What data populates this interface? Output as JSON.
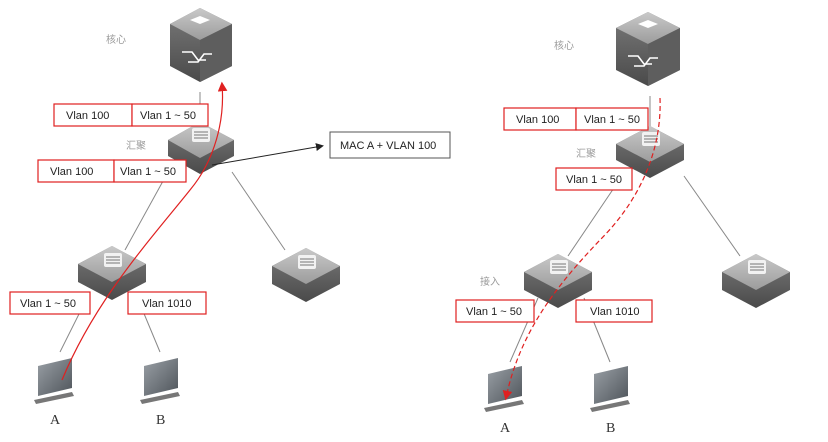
{
  "diagrams": [
    {
      "core_label": "核心",
      "agg_label": "汇聚",
      "access_label": "",
      "agg_tags": [
        "Vlan 100",
        "Vlan 1 ~ 50"
      ],
      "agg_down_tags": [
        "Vlan 100",
        "Vlan 1 ~ 50"
      ],
      "access_tags": [
        "Vlan 1 ~ 50",
        "Vlan 1010"
      ],
      "mac_box": "MAC A + VLAN 100",
      "pc_a": "A",
      "pc_b": "B"
    },
    {
      "core_label": "核心",
      "agg_label": "汇聚",
      "access_label": "接入",
      "agg_tags": [
        "Vlan 100",
        "Vlan 1 ~ 50"
      ],
      "agg_down_tags": [
        "Vlan 1 ~ 50"
      ],
      "access_tags": [
        "Vlan 1 ~ 50",
        "Vlan 1010"
      ],
      "pc_a": "A",
      "pc_b": "B"
    }
  ],
  "colors": {
    "tag_border": "#e02020",
    "arrow": "#e02020",
    "line": "#888888",
    "device": "#8a8a8a"
  },
  "icons": {
    "core": "core-switch-icon",
    "switch": "switch-icon",
    "pc": "monitor-icon"
  }
}
